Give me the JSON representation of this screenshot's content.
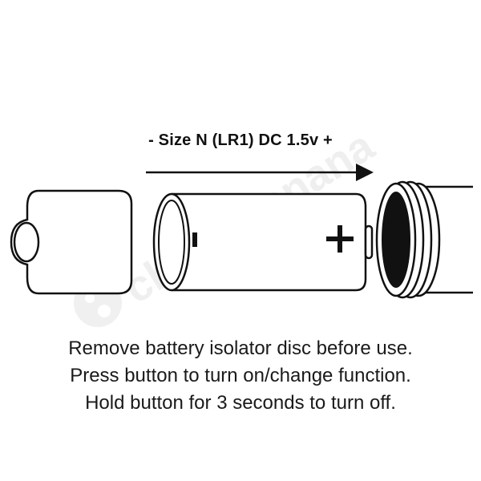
{
  "battery_label": "- Size N (LR1) DC 1.5v +",
  "battery_terminals": {
    "negative": "-",
    "positive": "+"
  },
  "instructions": [
    "Remove battery isolator disc before use.",
    "Press button to turn on/change function.",
    "Hold button for 3 seconds to turn off."
  ],
  "watermark": "cherrybanana",
  "colors": {
    "line": "#111111",
    "background": "#ffffff",
    "watermark": "#ececec"
  }
}
